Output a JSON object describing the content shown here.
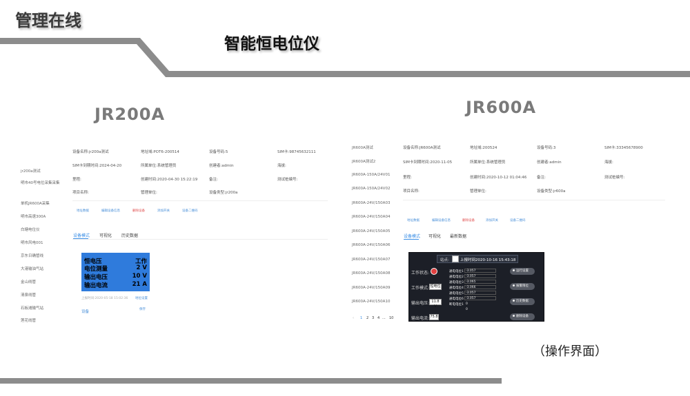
{
  "slide": {
    "title": "管理在线",
    "heading": "智能恒电位仪",
    "caption": "（操作界面）"
  },
  "jr200a": {
    "model": "JR200A",
    "sidebar": [
      "jr200a测试",
      "明市40号电位采集采集",
      "单机JR600A采集",
      "明市高速300A",
      "白塘电位仪",
      "明市风电001",
      "京东日确管线",
      "大港输油气站",
      "金山线管",
      "清泉线管",
      "石板滩输气站",
      "莲花线管"
    ],
    "fields": [
      [
        "设备名称:jr200a测试",
        "地址域:POT6-200514",
        "设备号码:5",
        "SIM卡:98745632111"
      ],
      [
        "SIM卡到期时间:2024-04-20",
        "所属单位:系统管理员",
        "创建者:admin",
        "海拔:"
      ],
      [
        "里程:",
        "创建时间:2020-04-30 15:22:19",
        "备注:",
        "测试桩编号:"
      ],
      [
        "项目名称:",
        "管理单位:",
        "设备类型:jr200a",
        ""
      ]
    ],
    "actions": [
      "地址数据",
      "编辑设备信息",
      "删除设备",
      "添加开关",
      "设备二维码"
    ],
    "tabs": [
      "设备模式",
      "可视化",
      "历史数据"
    ],
    "panel": [
      [
        "恒电压",
        "工作"
      ],
      [
        "电位测量",
        "2 V"
      ],
      [
        "输出电压",
        "10 V"
      ],
      [
        "输出电流",
        "21 A"
      ]
    ],
    "footer_time": "上报时间:2020-05-18 15:02:36",
    "footer_link": "地位设置",
    "footer_left": "设备",
    "footer_right": "保存"
  },
  "jr600a": {
    "model": "JR600A",
    "sidebar": [
      "JR600A测试",
      "JR600A测试2",
      "JR600A-150A/24V01",
      "JR600A-150A/24V02",
      "JR600A-24V/150A03",
      "JR600A-24V/150A04",
      "JR600A-24V/150A05",
      "JR600A-24V/150A06",
      "JR600A-24V/150A07",
      "JR600A-24V/150A08",
      "JR600A-24V/150A09",
      "JR600A-24V/150A10"
    ],
    "pager": [
      "‹",
      "1",
      "2",
      "3",
      "4",
      "...",
      "10"
    ],
    "fields": [
      [
        "设备名称:JR600A测试",
        "地址域:200524",
        "设备号码:3",
        "SIM卡:33345678900"
      ],
      [
        "SIM卡到期时间:2020-11-05",
        "所属单位:系统管理员",
        "创建者:admin",
        "海拔:"
      ],
      [
        "里程:",
        "创建时间:2020-10-12 01:04:46",
        "备注:",
        "测试桩编号:"
      ],
      [
        "项目名称:",
        "管理单位:",
        "设备类型:jr600a",
        ""
      ]
    ],
    "actions": [
      "地址数据",
      "编辑设备信息",
      "删除设备",
      "添加开关",
      "设备二维码"
    ],
    "tabs": [
      "设备模式",
      "可视化",
      "最新数据"
    ],
    "panel": {
      "station": "站点:",
      "report_time": "上报时间2020-10-16 15:43:18",
      "work_state_label": "工作状态:",
      "work_mode_label": "工作模式:",
      "work_mode_value": "恒电位",
      "out_voltage_label": "输出电压:",
      "out_voltage_value": "11.8 V",
      "out_current_label": "输出电流:",
      "out_current_value": "75.8",
      "channels": [
        [
          "通电电位1",
          "-3.057"
        ],
        [
          "通电电位2",
          "-3.057"
        ],
        [
          "通电电位3",
          "-3.065"
        ],
        [
          "通电电位4",
          "-3.066"
        ],
        [
          "通电电位5",
          "-3.057"
        ],
        [
          "通电电位6",
          "-3.057"
        ],
        [
          "断电电位1",
          "0"
        ],
        [
          "",
          "0"
        ]
      ],
      "buttons": [
        "运行设置",
        "报警限位",
        "历史数据",
        "删除设备"
      ]
    }
  }
}
